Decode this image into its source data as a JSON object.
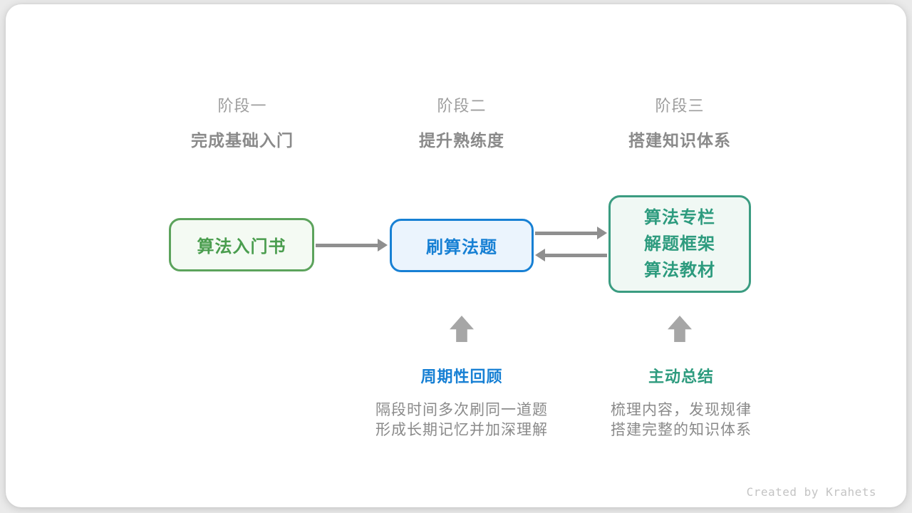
{
  "colors": {
    "page_bg": "#eaeaea",
    "card_bg": "#ffffff",
    "stage_label": "#9d9d9d",
    "stage_title": "#8a8a8a",
    "green_border": "#5ca35c",
    "green_bg": "#f4faf3",
    "green_text": "#4a9d4e",
    "blue_border": "#1780d4",
    "blue_bg": "#ebf4fd",
    "blue_text": "#1780d4",
    "teal_border": "#3b9c81",
    "teal_bg": "#f0f8f4",
    "teal_text": "#2d9b7e",
    "flow_arrow": "#8f8f8f",
    "up_arrow": "#a6a6a6",
    "desc_text": "#8a8a8a",
    "credit_text": "#c4c4c4"
  },
  "stages": [
    {
      "label": "阶段一",
      "title": "完成基础入门"
    },
    {
      "label": "阶段二",
      "title": "提升熟练度"
    },
    {
      "label": "阶段三",
      "title": "搭建知识体系"
    }
  ],
  "nodes": {
    "node1": {
      "label": "算法入门书"
    },
    "node2": {
      "label": "刷算法题"
    },
    "node3": {
      "lines": [
        "算法专栏",
        "解题框架",
        "算法教材"
      ]
    }
  },
  "annotations": {
    "review": {
      "title": "周期性回顾",
      "desc1": "隔段时间多次刷同一道题",
      "desc2": "形成长期记忆并加深理解"
    },
    "summarize": {
      "title": "主动总结",
      "desc1": "梳理内容，发现规律",
      "desc2": "搭建完整的知识体系"
    }
  },
  "footer": {
    "credit": "Created by Krahets"
  }
}
